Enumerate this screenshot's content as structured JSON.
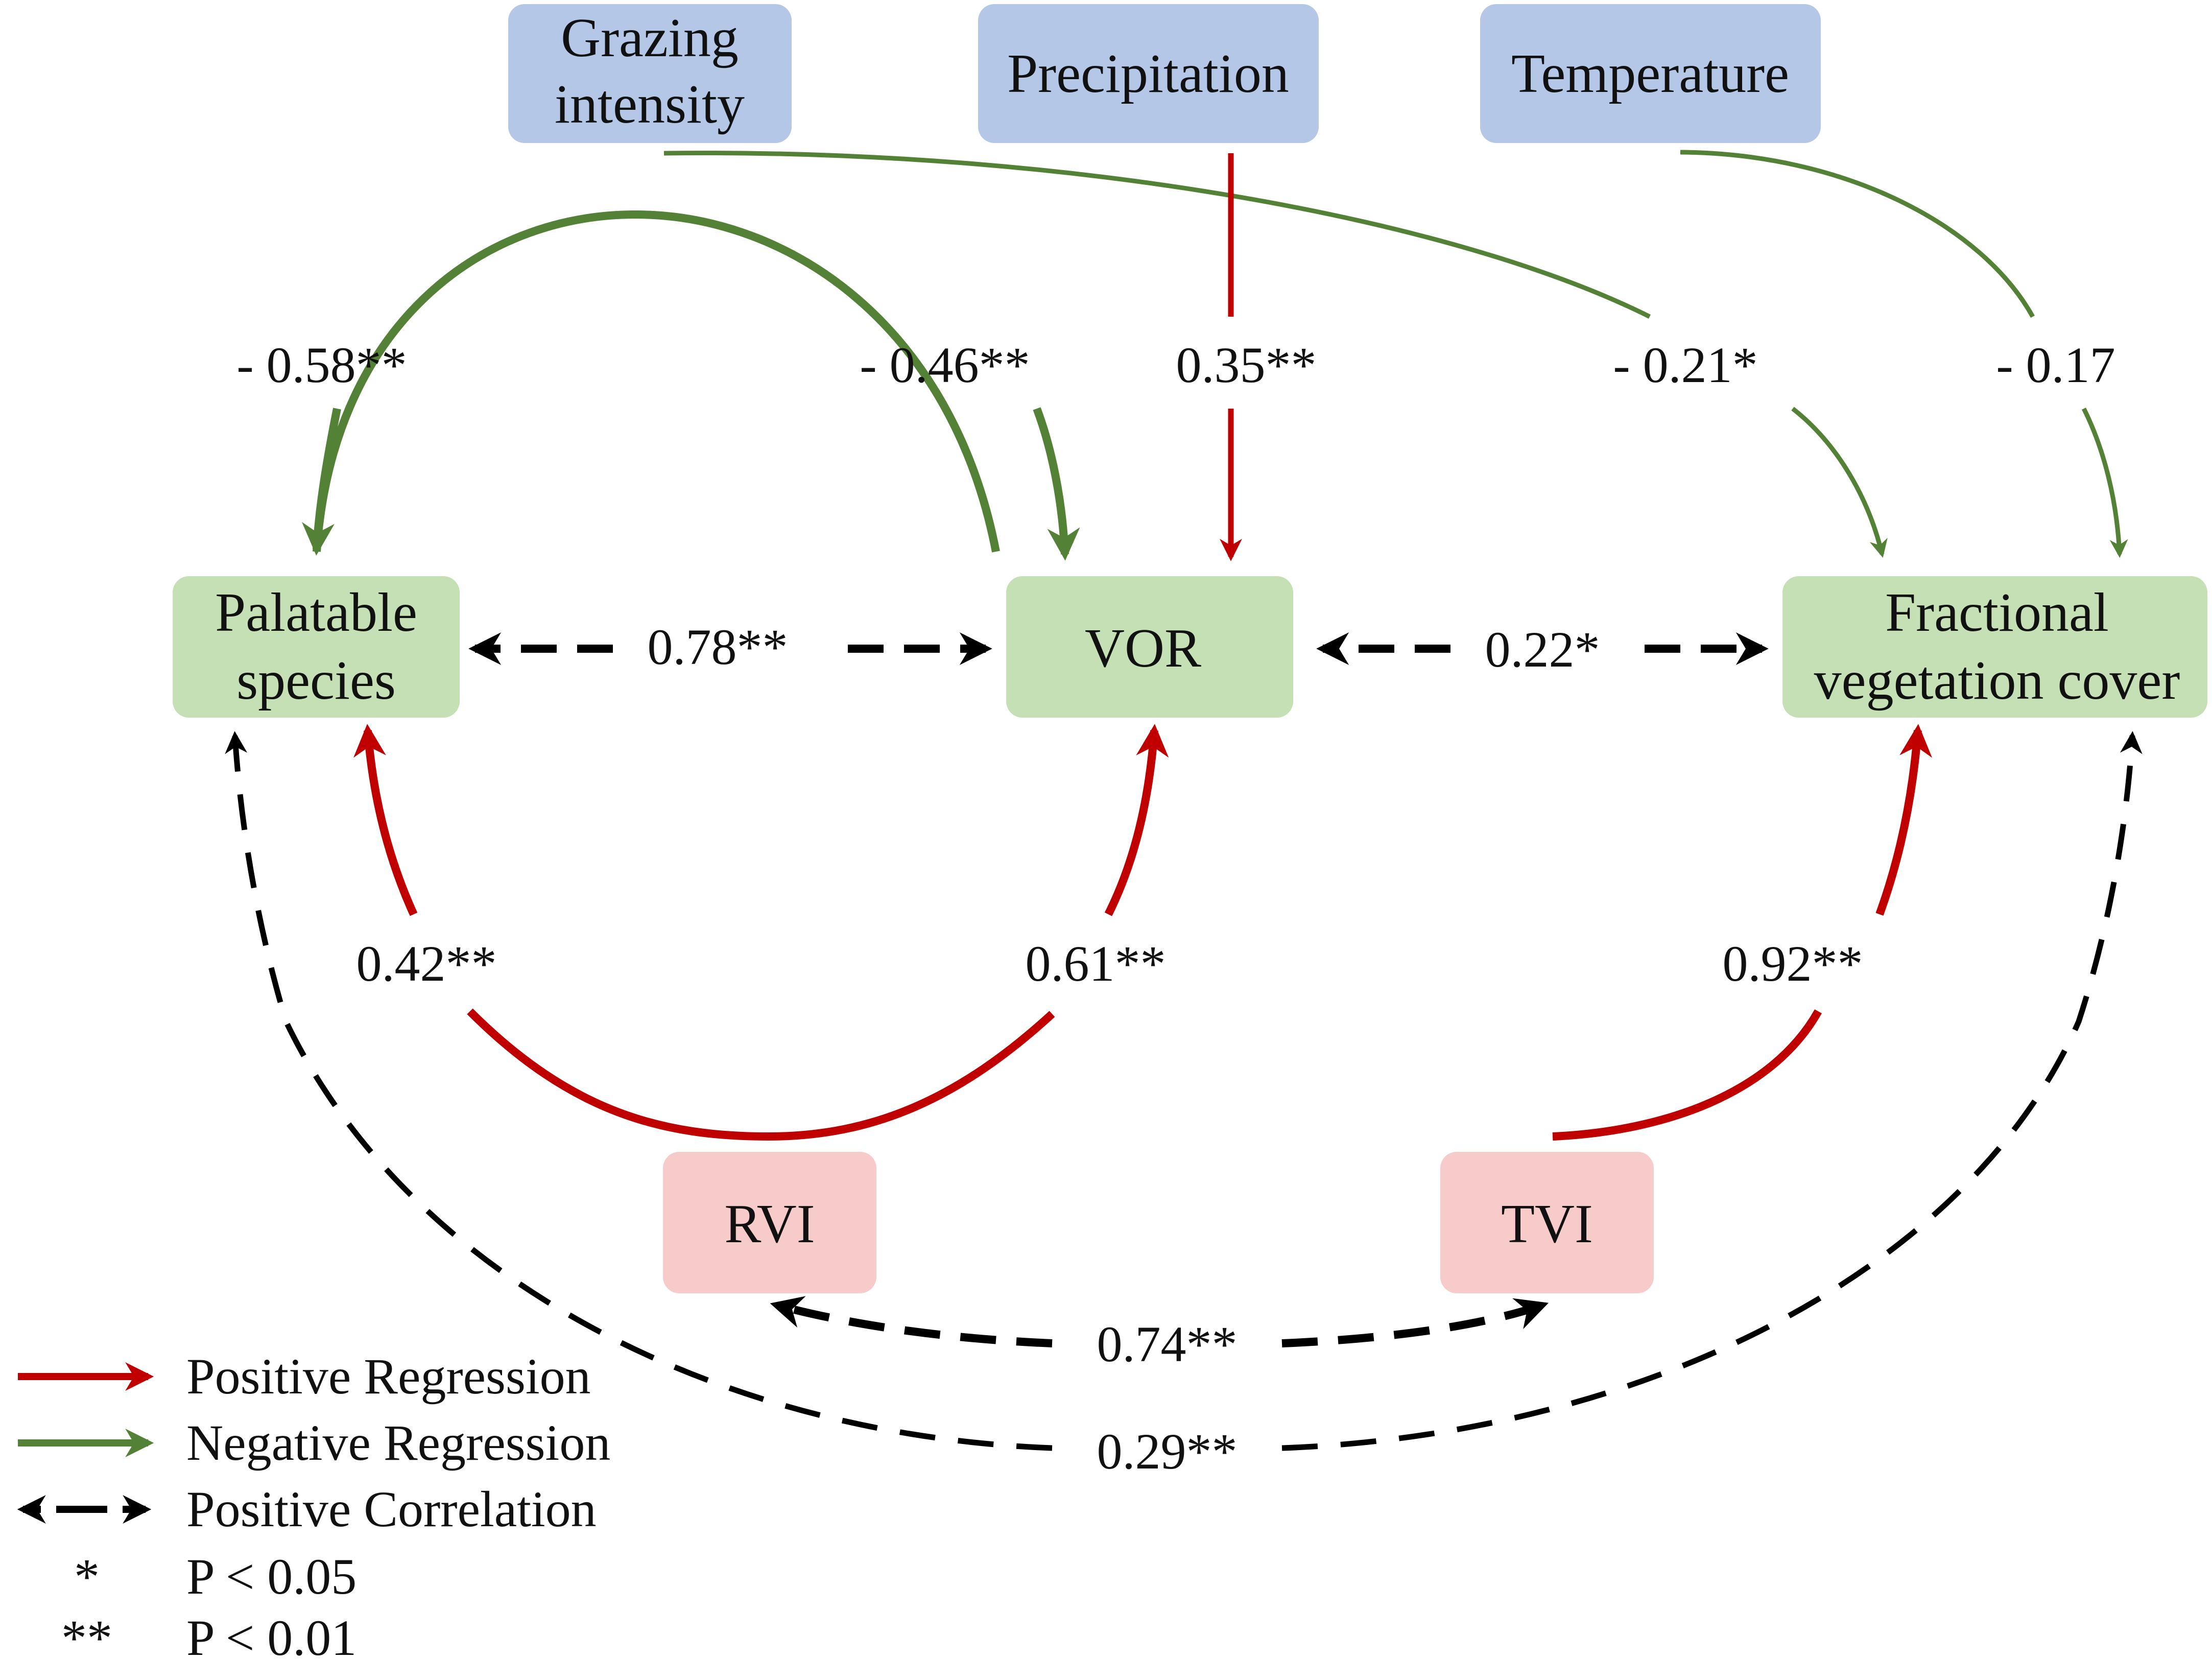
{
  "colors": {
    "driver_box": "#b4c7e7",
    "response_box": "#c5e0b4",
    "index_box": "#f8cbcb",
    "positive_regression": "#c00000",
    "negative_regression": "#538135",
    "correlation": "#000000"
  },
  "nodes": {
    "grazing": {
      "line1": "Grazing",
      "line2": "intensity"
    },
    "precipitation": {
      "label": "Precipitation"
    },
    "temperature": {
      "label": "Temperature"
    },
    "palatable": {
      "line1": "Palatable",
      "line2": "species"
    },
    "vor": {
      "label": "VOR"
    },
    "fvc": {
      "line1": "Fractional",
      "line2": "vegetation cover"
    },
    "rvi": {
      "label": "RVI"
    },
    "tvi": {
      "label": "TVI"
    }
  },
  "paths": {
    "grazing_palatable": "- 0.58**",
    "grazing_vor": "- 0.46**",
    "precip_vor": "0.35**",
    "grazing_fvc": "- 0.21*",
    "temp_fvc": "- 0.17",
    "palatable_vor": "0.78**",
    "vor_fvc": "0.22*",
    "rvi_palatable": "0.42**",
    "rvi_vor": "0.61**",
    "tvi_fvc": "0.92**",
    "rvi_tvi": "0.74**",
    "palatable_fvc": "0.29**"
  },
  "legend": {
    "positive_regression": "Positive Regression",
    "negative_regression": "Negative Regression",
    "positive_correlation": "Positive Correlation",
    "sig1_symbol": "*",
    "sig1_text": "P < 0.05",
    "sig2_symbol": "**",
    "sig2_text": "P < 0.01"
  }
}
